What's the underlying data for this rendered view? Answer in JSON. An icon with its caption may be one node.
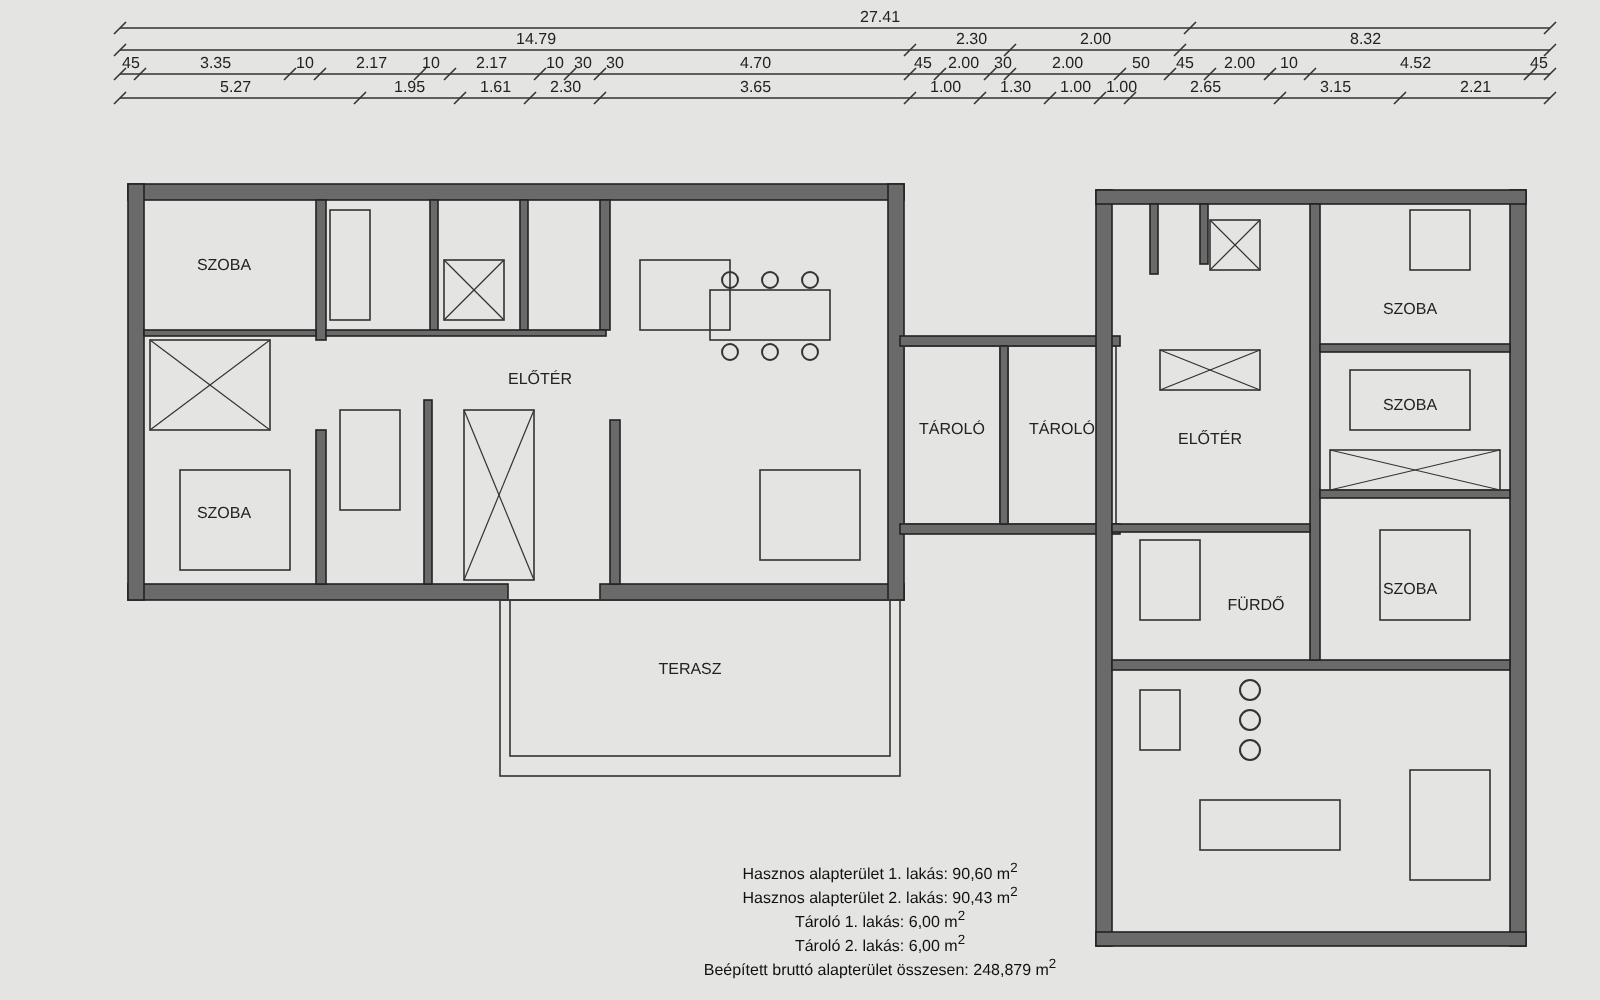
{
  "diagram": {
    "nodes": [
      {
        "text": [
          "SZOBA"
        ]
      },
      {
        "text": [
          "SZOBA"
        ]
      },
      {
        "text": [
          "ELŐTÉR"
        ]
      },
      {
        "text": [
          "TERASZ"
        ]
      },
      {
        "text": [
          "TÁROLÓ"
        ]
      },
      {
        "text": [
          "TÁROLÓ"
        ]
      },
      {
        "text": [
          "ELŐTÉR"
        ]
      },
      {
        "text": [
          "SZOBA"
        ]
      },
      {
        "text": [
          "SZOBA"
        ]
      },
      {
        "text": [
          "FÜRDŐ"
        ]
      },
      {
        "text": [
          "SZOBA"
        ]
      }
    ],
    "labels": [
      "27.41",
      "14.79",
      "2.30",
      "2.00",
      "8.32",
      "45",
      "3.35",
      "10",
      "2.17",
      "10",
      "2.17",
      "10",
      "30",
      "30",
      "4.70",
      "45",
      "2.00",
      "30",
      "2.00",
      "50",
      "45",
      "2.00",
      "10",
      "4.52",
      "45",
      "5.27",
      "1.95",
      "1.61",
      "2.30",
      "3.65",
      "1.00",
      "1.30",
      "1.00",
      "1.00",
      "2.65",
      "3.15",
      "2.21",
      "Hasznos alapterület 1. lakás: 90,60 m$^{2}$",
      "Hasznos alapterület 2. lakás: 90,43 m$^{2}$",
      "Tároló 1. lakás: 6,00 m$^{2}$",
      "Tároló 2. lakás: 6,00 m$^{2}$",
      "Beépített bruttó alapterület összesen: 248,879 m$^{2}$"
    ]
  }
}
